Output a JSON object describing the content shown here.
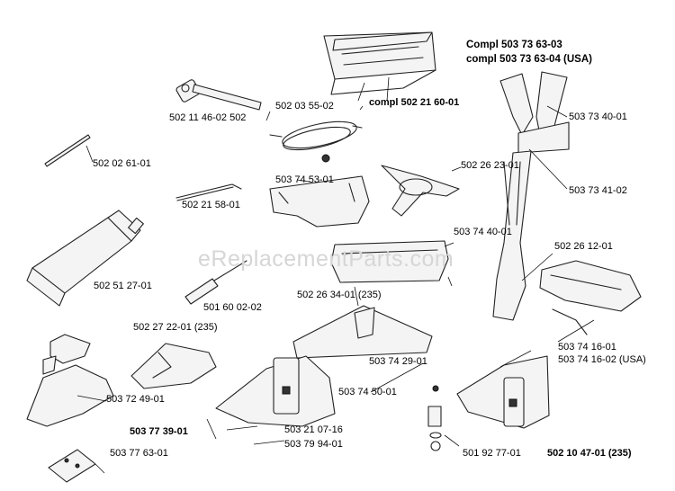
{
  "watermark": "eReplacementParts.com",
  "header": {
    "line1": "Compl 503 73 63-03",
    "line2": "compl 503 73 63-04 (USA)"
  },
  "labels": {
    "l_502114602": "502 11 46-02 502",
    "l_502035502": "502 03 55-02",
    "l_502216001": "compl 502 21 60-01",
    "l_502026101": "502 02 61-01",
    "l_503745301": "503 74 53-01",
    "l_502262301": "502 26 23-01",
    "l_502215801": "502 21 58-01",
    "l_503734001": "503 73 40-01",
    "l_503734102": "503 73 41-02",
    "l_503744001": "503 74 40-01",
    "l_502261201": "502 26 12-01",
    "l_502512701": "502 51 27-01",
    "l_501600202": "501 60 02-02",
    "l_502263401": "502 26 34-01 (235)",
    "l_502272201": "502 27 22-01 (235)",
    "l_503741601": "503 74 16-01",
    "l_503741602": "503 74 16-02 (USA)",
    "l_503742901": "503 74 29-01",
    "l_503724901": "503 72 49-01",
    "l_503745001": "503 74 50-01",
    "l_503773901": "503 77 39-01",
    "l_503210716": "503 21 07-16",
    "l_503799401": "503 79 94-01",
    "l_503776301": "503 77 63-01",
    "l_501927701": "501 92 77-01",
    "l_502104701": "502 10 47-01 (235)"
  },
  "parts": [
    {
      "icon": "toolbag-icon"
    },
    {
      "icon": "combination-wrench-icon"
    },
    {
      "icon": "coiled-cable-icon"
    },
    {
      "icon": "hex-key-icon"
    },
    {
      "icon": "grease-tube-icon"
    },
    {
      "icon": "harness-icon"
    },
    {
      "icon": "support-plate-icon"
    },
    {
      "icon": "shield-icon"
    }
  ]
}
